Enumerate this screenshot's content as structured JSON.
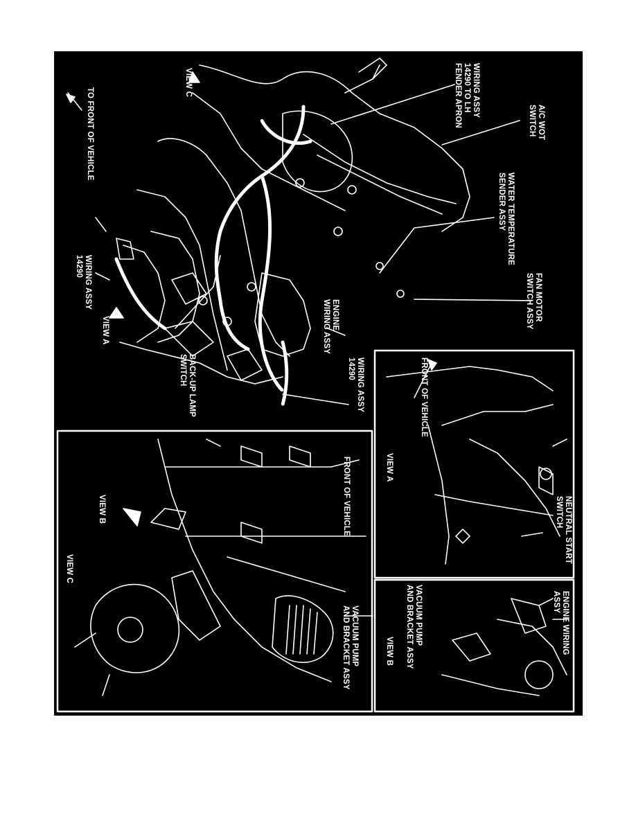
{
  "labels": {
    "ac_wot_switch": "A/C WOT\nSWITCH",
    "wiring_assy_fender": "WIRING ASSY\n14290 TO LH\nFENDER APRON",
    "view_c_main": "VIEW C",
    "to_front_of_vehicle": "TO FRONT OF VEHICLE",
    "water_temp_sender": "WATER TEMPERATURE\nSENDER ASSY",
    "fan_motor_switch": "FAN MOTOR\nSWITCH ASSY",
    "engine_wiring_assy": "ENGINE\nWIRING ASSY",
    "wiring_assy_14290_right": "WIRING ASSY\n14290",
    "wiring_assy_14290_left": "WIRING ASSY\n14290",
    "view_a_main": "VIEW A",
    "backup_lamp_switch": "BACK-UP LAMP\nSWITCH",
    "front_of_vehicle_a": "FRONT OF VEHICLE",
    "view_a_title": "VIEW A",
    "neutral_start_switch": "NEUTRAL START\nSWITCH",
    "front_of_vehicle_c": "FRONT OF VEHICLE",
    "view_b_inset": "VIEW B",
    "view_c_title": "VIEW C",
    "vacuum_pump_c": "VACUUM PUMP\nAND BRACKET ASSY",
    "engine_wiring_b": "ENGINE WIRING\nASSY",
    "vacuum_pump_b": "VACUUM PUMP\nAND BRACKET ASSY",
    "view_b_title": "VIEW B"
  }
}
